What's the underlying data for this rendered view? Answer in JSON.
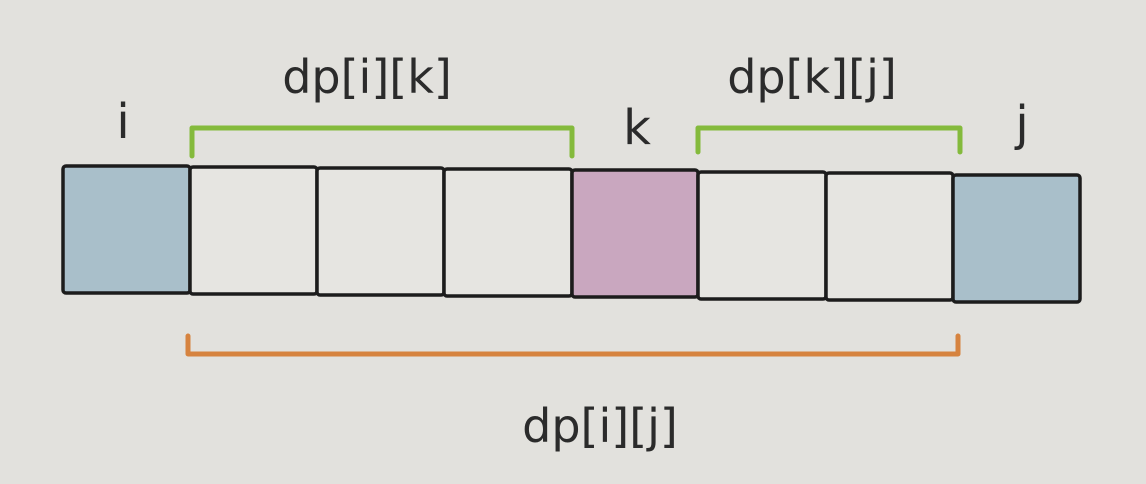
{
  "colors": {
    "background": "#e2e1dd",
    "cell_default": "#e6e5e1",
    "cell_endpoint": "#a9bfca",
    "cell_split": "#c9a7bf",
    "bracket_sub": "#84ba3c",
    "bracket_total": "#d6833f",
    "text": "#2b2b2b"
  },
  "cells": [
    {
      "marker": "i",
      "fill": "endpoint"
    },
    {
      "marker": "",
      "fill": "default"
    },
    {
      "marker": "",
      "fill": "default"
    },
    {
      "marker": "",
      "fill": "default"
    },
    {
      "marker": "k",
      "fill": "split"
    },
    {
      "marker": "",
      "fill": "default"
    },
    {
      "marker": "",
      "fill": "default"
    },
    {
      "marker": "j",
      "fill": "endpoint"
    }
  ],
  "labels": {
    "i": "i",
    "k": "k",
    "j": "j",
    "dp_ik": "dp[i][k]",
    "dp_kj": "dp[k][j]",
    "dp_ij": "dp[i][j]"
  }
}
